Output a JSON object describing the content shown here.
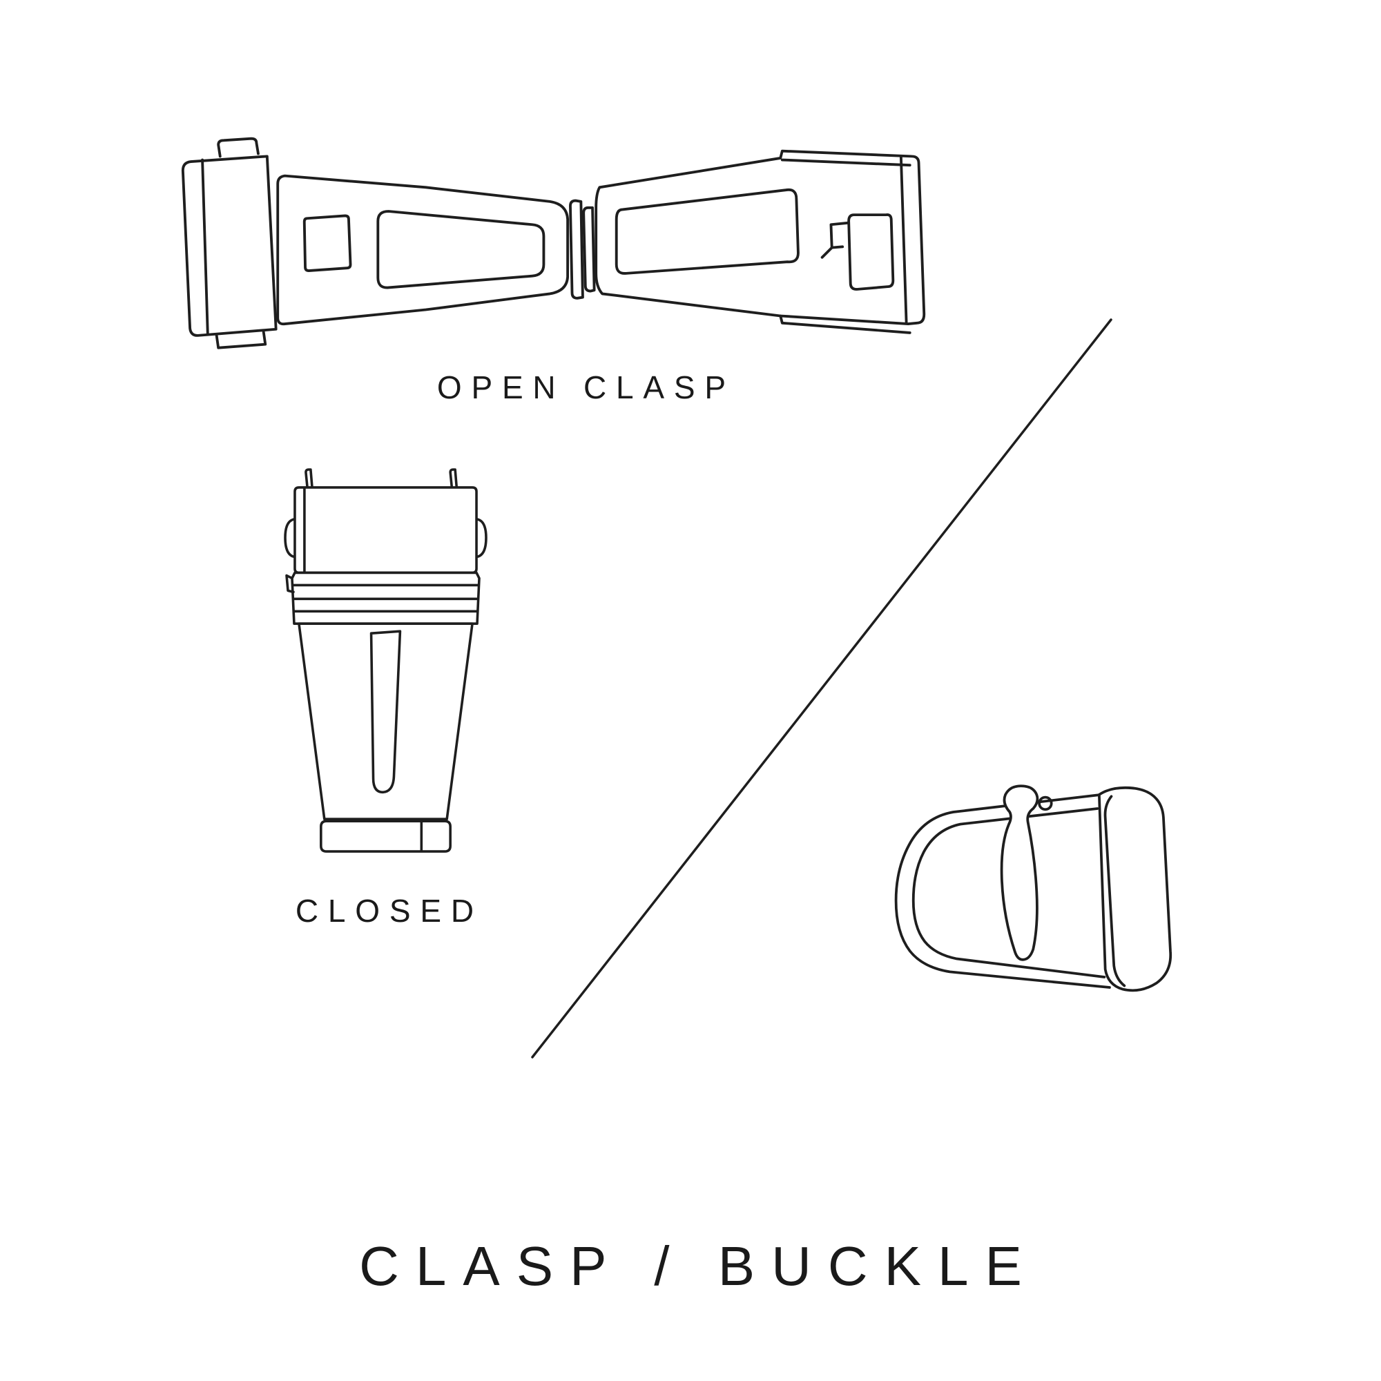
{
  "page": {
    "background": "#ffffff",
    "stroke_color": "#1e1e1e",
    "text_color": "#1a1a1a"
  },
  "labels": {
    "open_clasp": "OPEN CLASP",
    "closed": "CLOSED",
    "title": "CLASP / BUCKLE"
  },
  "figures": {
    "open_clasp": "open-clasp-illustration",
    "closed_clasp": "closed-clasp-illustration",
    "buckle": "buckle-illustration",
    "divider": "diagonal-divider-line"
  }
}
